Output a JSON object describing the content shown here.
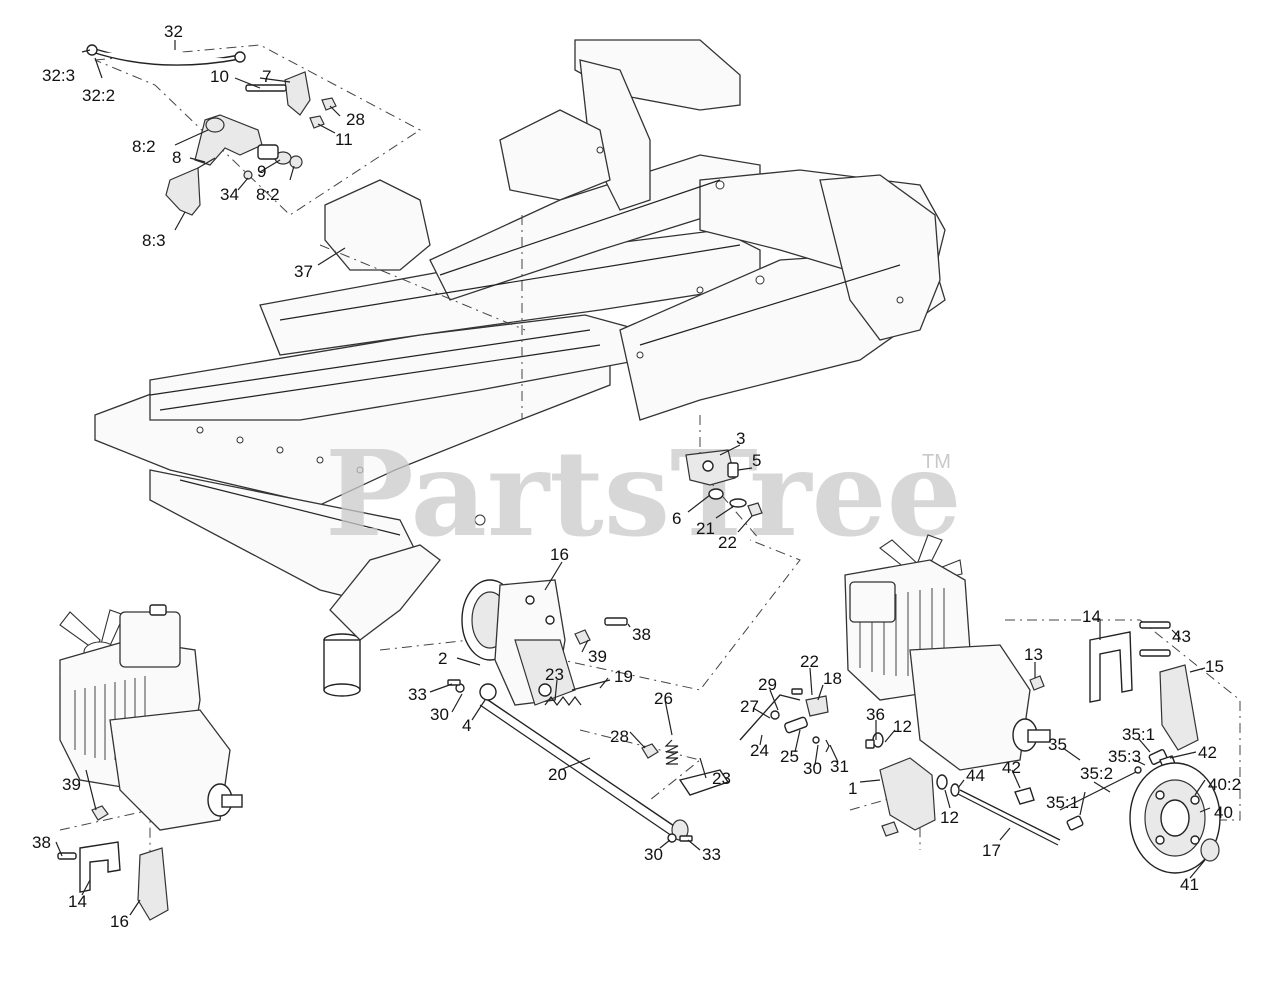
{
  "watermark": {
    "brand": "PartsTree",
    "trademark": "TM"
  },
  "callouts": {
    "c32": "32",
    "c32_3": "32:3",
    "c32_2": "32:2",
    "c10": "10",
    "c7": "7",
    "c28a": "28",
    "c11": "11",
    "c8_2a": "8:2",
    "c8": "8",
    "c9": "9",
    "c34": "34",
    "c8_2b": "8:2",
    "c8_3": "8:3",
    "c37": "37",
    "c3": "3",
    "c5": "5",
    "c6": "6",
    "c21": "21",
    "c22a": "22",
    "c16a": "16",
    "c38a": "38",
    "c39a": "39",
    "c2": "2",
    "c23a": "23",
    "c19": "19",
    "c33a": "33",
    "c30a": "30",
    "c4": "4",
    "c26": "26",
    "c28b": "28",
    "c23b": "23",
    "c20": "20",
    "c30b": "30",
    "c33b": "33",
    "c29": "29",
    "c22b": "22",
    "c18": "18",
    "c27": "27",
    "c24": "24",
    "c25": "25",
    "c30c": "30",
    "c31": "31",
    "c36": "36",
    "c12a": "12",
    "c1": "1",
    "c44": "44",
    "c12b": "12",
    "c17": "17",
    "c14a": "14",
    "c43": "43",
    "c13": "13",
    "c15": "15",
    "c35": "35",
    "c35_1a": "35:1",
    "c35_3": "35:3",
    "c42a": "42",
    "c35_2": "35:2",
    "c42b": "42",
    "c35_1b": "35:1",
    "c40_2": "40:2",
    "c40": "40",
    "c41": "41",
    "c39b": "39",
    "c38b": "38",
    "c14b": "14",
    "c16b": "16"
  }
}
